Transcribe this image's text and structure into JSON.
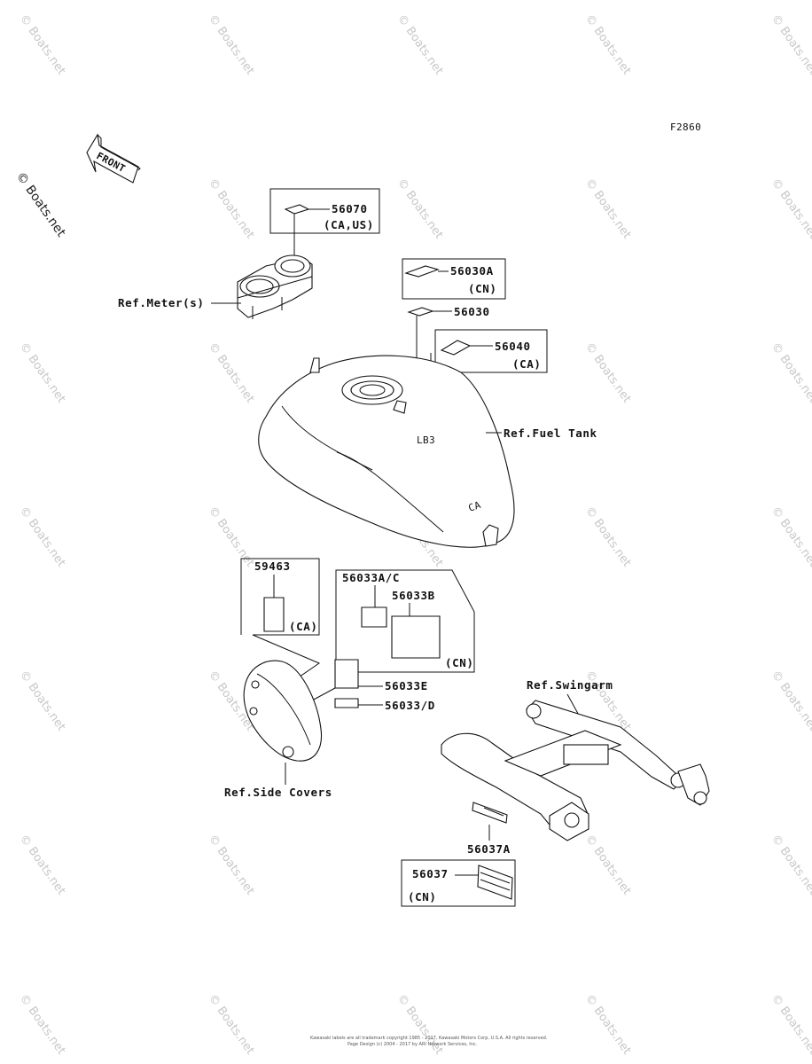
{
  "figure_code": "F2860",
  "front_arrow_label": "FRONT",
  "watermark_text": "© Boats.net",
  "refs": {
    "meter": "Ref.Meter(s)",
    "fuel_tank": "Ref.Fuel Tank",
    "swingarm": "Ref.Swingarm",
    "side_covers": "Ref.Side Covers"
  },
  "parts": {
    "p56070": {
      "number": "56070",
      "note": "(CA,US)"
    },
    "p56030A": {
      "number": "56030A",
      "note": "(CN)"
    },
    "p56030": {
      "number": "56030"
    },
    "p56040": {
      "number": "56040",
      "note": "(CA)"
    },
    "p59463": {
      "number": "59463",
      "note": "(CA)"
    },
    "p56033AC": {
      "number": "56033A/C"
    },
    "p56033B": {
      "number": "56033B",
      "note": "(CN)"
    },
    "p56033E": {
      "number": "56033E"
    },
    "p56033D": {
      "number": "56033/D"
    },
    "p56037A": {
      "number": "56037A"
    },
    "p56037": {
      "number": "56037",
      "note": "(CN)"
    }
  },
  "footer": {
    "line1": "Kawasaki labels are all trademark copyright 1985 - 2017, Kawasaki Motors Corp, U.S.A. All rights reserved.",
    "line2": "Page Design (c) 2004 - 2017 by ARI Network Services, Inc."
  }
}
